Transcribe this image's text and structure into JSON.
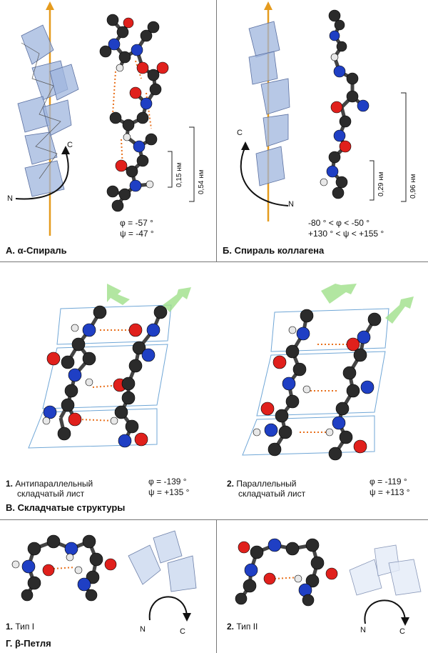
{
  "panelA": {
    "caption_letter": "А.",
    "caption_greek": "α",
    "caption_rest": "-Спираль",
    "phi": "φ = -57 °",
    "psi": "ψ = -47 °",
    "scale_small": "0,15 нм",
    "scale_large": "0,54 нм",
    "label_c": "C",
    "label_n": "N"
  },
  "panelB": {
    "caption": "Б. Спираль коллагена",
    "phi": "-80 ° < φ <   -50 °",
    "psi": "+130 ° < ψ < +155 °",
    "scale_small": "0,29 нм",
    "scale_large": "0,96 нм",
    "label_c": "C",
    "label_n": "N"
  },
  "panelC": {
    "caption": "В. Складчатые структуры",
    "sheet1_num": "1.",
    "sheet1_line1": "Антипараллельный",
    "sheet1_line2": "складчатый лист",
    "sheet1_phi": "φ = -139 °",
    "sheet1_psi": "ψ = +135 °",
    "sheet2_num": "2.",
    "sheet2_line1": "Параллельный",
    "sheet2_line2": "складчатый лист",
    "sheet2_phi": "φ = -119 °",
    "sheet2_psi": "ψ = +113 °"
  },
  "panelD": {
    "caption_letter": "Г.",
    "caption_greek": "β",
    "caption_rest": "-Петля",
    "type1_num": "1.",
    "type1_label": "Тип I",
    "type2_num": "2.",
    "type2_label": "Тип II",
    "label_n1": "N",
    "label_c1": "C",
    "label_n2": "N",
    "label_c2": "C"
  },
  "colors": {
    "carbon": "#2b2b2b",
    "nitrogen": "#1f3fc4",
    "oxygen": "#e0201c",
    "hydrogen": "#e8e8e8",
    "axis": "#e59b1e",
    "plane": "#9fb6de",
    "hbond": "#e8701c",
    "arrow_green": "#9fe08a"
  }
}
